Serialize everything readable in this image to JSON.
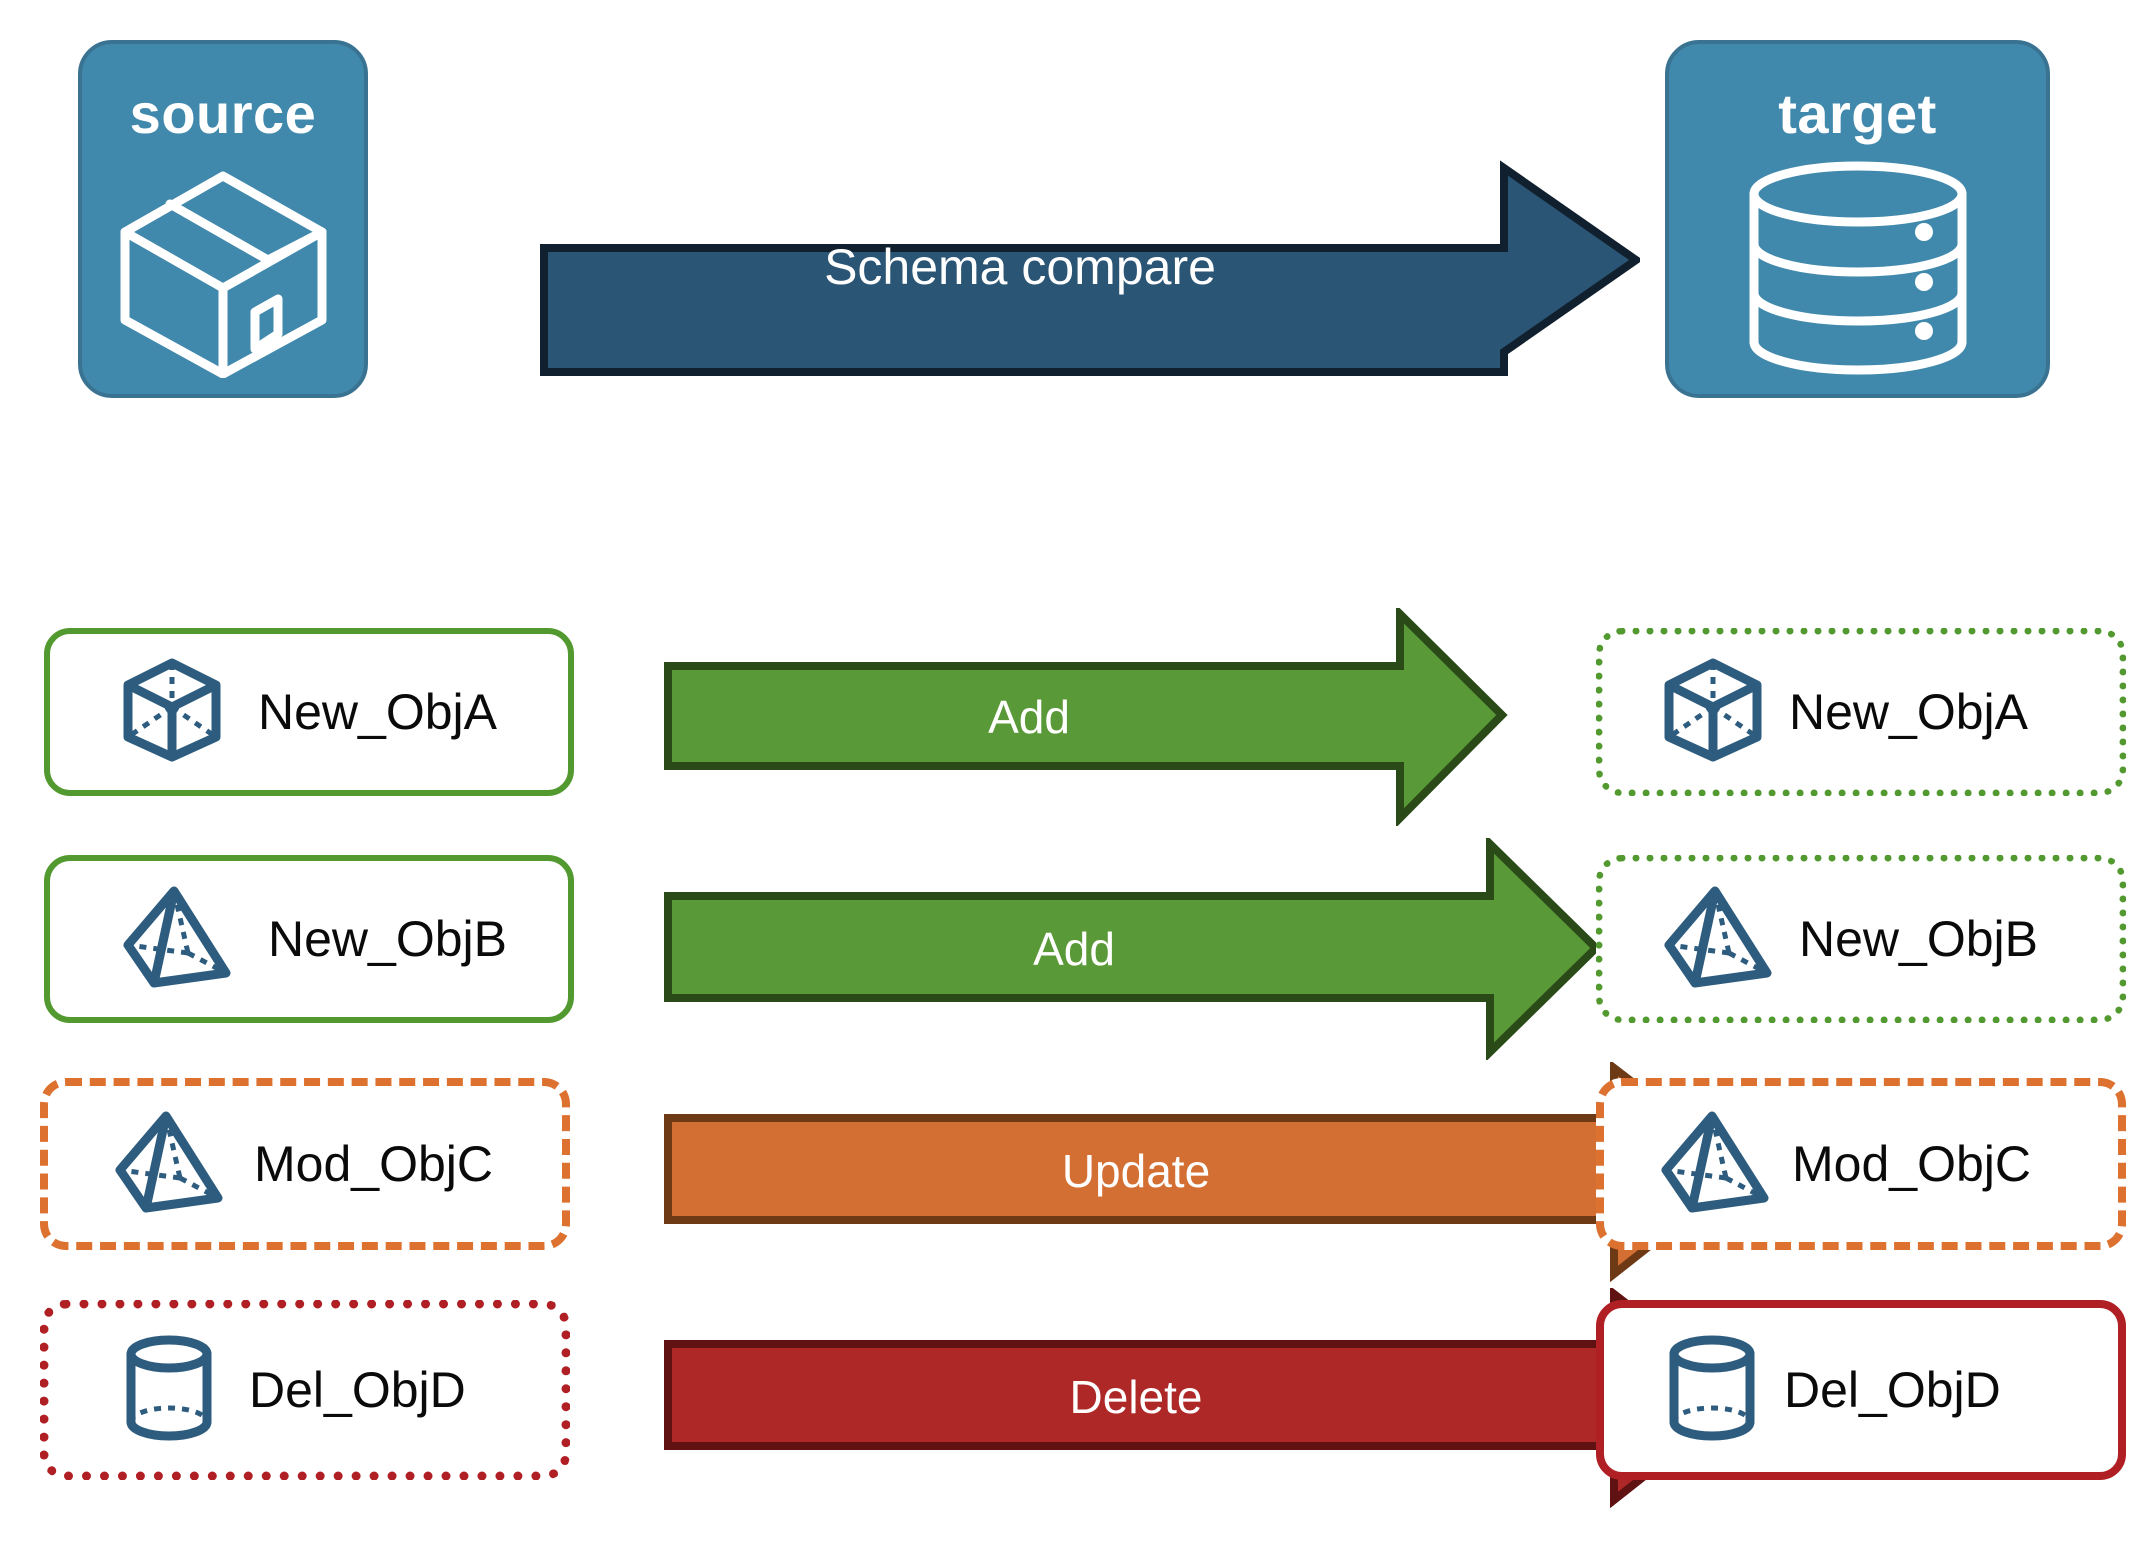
{
  "diagram": {
    "title": "Schema compare source to target",
    "colors": {
      "endpoint_fill": "#4189ac",
      "endpoint_stroke": "#3a7392",
      "compare_arrow_fill": "#2b5574",
      "compare_arrow_stroke": "#11202e",
      "add_fill": "#5a9937",
      "add_stroke": "#2a4a18",
      "update_fill": "#d36f33",
      "update_stroke": "#6e3a16",
      "delete_fill": "#af2828",
      "delete_stroke": "#601111",
      "object_icon": "#2d5c7f",
      "green_border": "#52992f",
      "orange_border": "#dd7230",
      "red_border": "#b01f24",
      "card_text": "#0a0a0a"
    },
    "endpoints": [
      {
        "id": "source",
        "label": "source",
        "icon": "package-box-icon"
      },
      {
        "id": "target",
        "label": "target",
        "icon": "database-cylinder-icon"
      }
    ],
    "compare_arrow": {
      "label": "Schema compare",
      "icon": "right-arrow-icon"
    },
    "rows": [
      {
        "action": "Add",
        "action_color": "#5a9937",
        "source": {
          "name": "New_ObjA",
          "icon": "wireframe-cube-icon",
          "border_style": "solid",
          "border_color": "#52992f"
        },
        "target": {
          "name": "New_ObjA",
          "icon": "wireframe-cube-icon",
          "border_style": "dotted",
          "border_color": "#52992f"
        }
      },
      {
        "action": "Add",
        "action_color": "#5a9937",
        "source": {
          "name": "New_ObjB",
          "icon": "wireframe-pyramid-icon",
          "border_style": "solid",
          "border_color": "#52992f"
        },
        "target": {
          "name": "New_ObjB",
          "icon": "wireframe-pyramid-icon",
          "border_style": "dotted",
          "border_color": "#52992f"
        }
      },
      {
        "action": "Update",
        "action_color": "#d36f33",
        "source": {
          "name": "Mod_ObjC",
          "icon": "wireframe-pyramid-icon",
          "border_style": "dashed",
          "border_color": "#dd7230"
        },
        "target": {
          "name": "Mod_ObjC",
          "icon": "wireframe-pyramid-icon",
          "border_style": "dashed",
          "border_color": "#dd7230"
        }
      },
      {
        "action": "Delete",
        "action_color": "#af2828",
        "source": {
          "name": "Del_ObjD",
          "icon": "wireframe-cylinder-icon",
          "border_style": "dotted",
          "border_color": "#b01f24"
        },
        "target": {
          "name": "Del_ObjD",
          "icon": "wireframe-cylinder-icon",
          "border_style": "solid",
          "border_color": "#b01f24"
        }
      }
    ]
  }
}
